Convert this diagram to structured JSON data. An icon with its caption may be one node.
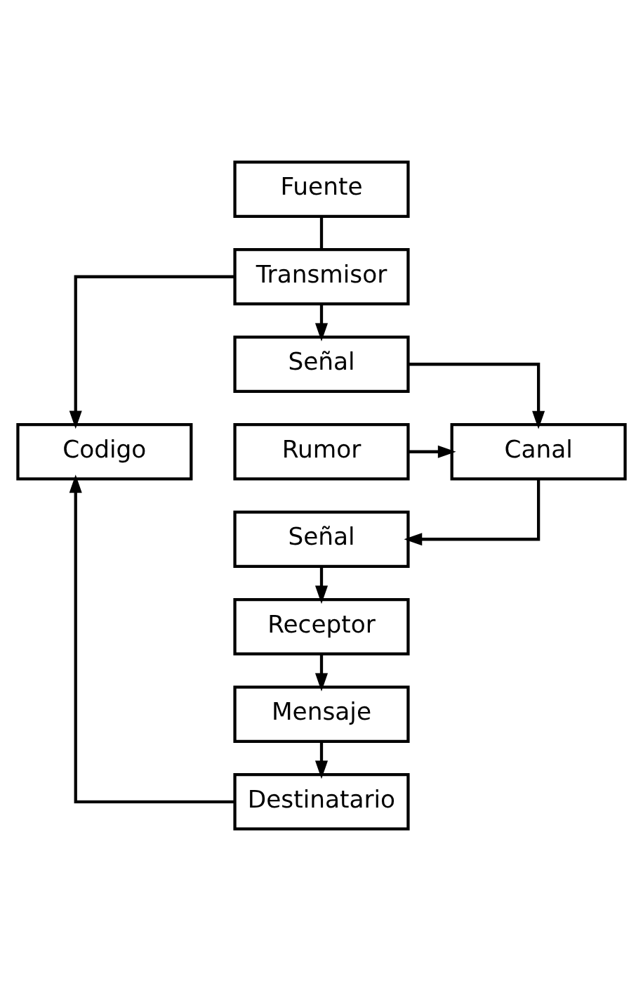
{
  "diagram": {
    "nodes": [
      {
        "text": [
          "Fuente"
        ]
      },
      {
        "text": [
          "Transmisor"
        ]
      },
      {
        "text": [
          "Señal"
        ]
      },
      {
        "text": [
          "Canal"
        ]
      },
      {
        "text": [
          "Rumor"
        ]
      },
      {
        "text": [
          "Codigo"
        ]
      },
      {
        "text": [
          "Señal"
        ]
      },
      {
        "text": [
          "Receptor"
        ]
      },
      {
        "text": [
          "Mensaje"
        ]
      },
      {
        "text": [
          "Destinatario"
        ]
      }
    ],
    "edges": [
      {
        "from": 0,
        "to": 1,
        "arrow": "none"
      },
      {
        "from": 1,
        "to": 2,
        "arrow": "to"
      },
      {
        "from": 2,
        "to": 3,
        "arrow": "to"
      },
      {
        "from": 4,
        "to": 3,
        "arrow": "to"
      },
      {
        "from": 3,
        "to": 6,
        "arrow": "to"
      },
      {
        "from": 6,
        "to": 7,
        "arrow": "to"
      },
      {
        "from": 7,
        "to": 8,
        "arrow": "to"
      },
      {
        "from": 8,
        "to": 9,
        "arrow": "to"
      },
      {
        "from": 1,
        "to": 5,
        "arrow": "to"
      },
      {
        "from": 9,
        "to": 5,
        "arrow": "to"
      }
    ]
  }
}
